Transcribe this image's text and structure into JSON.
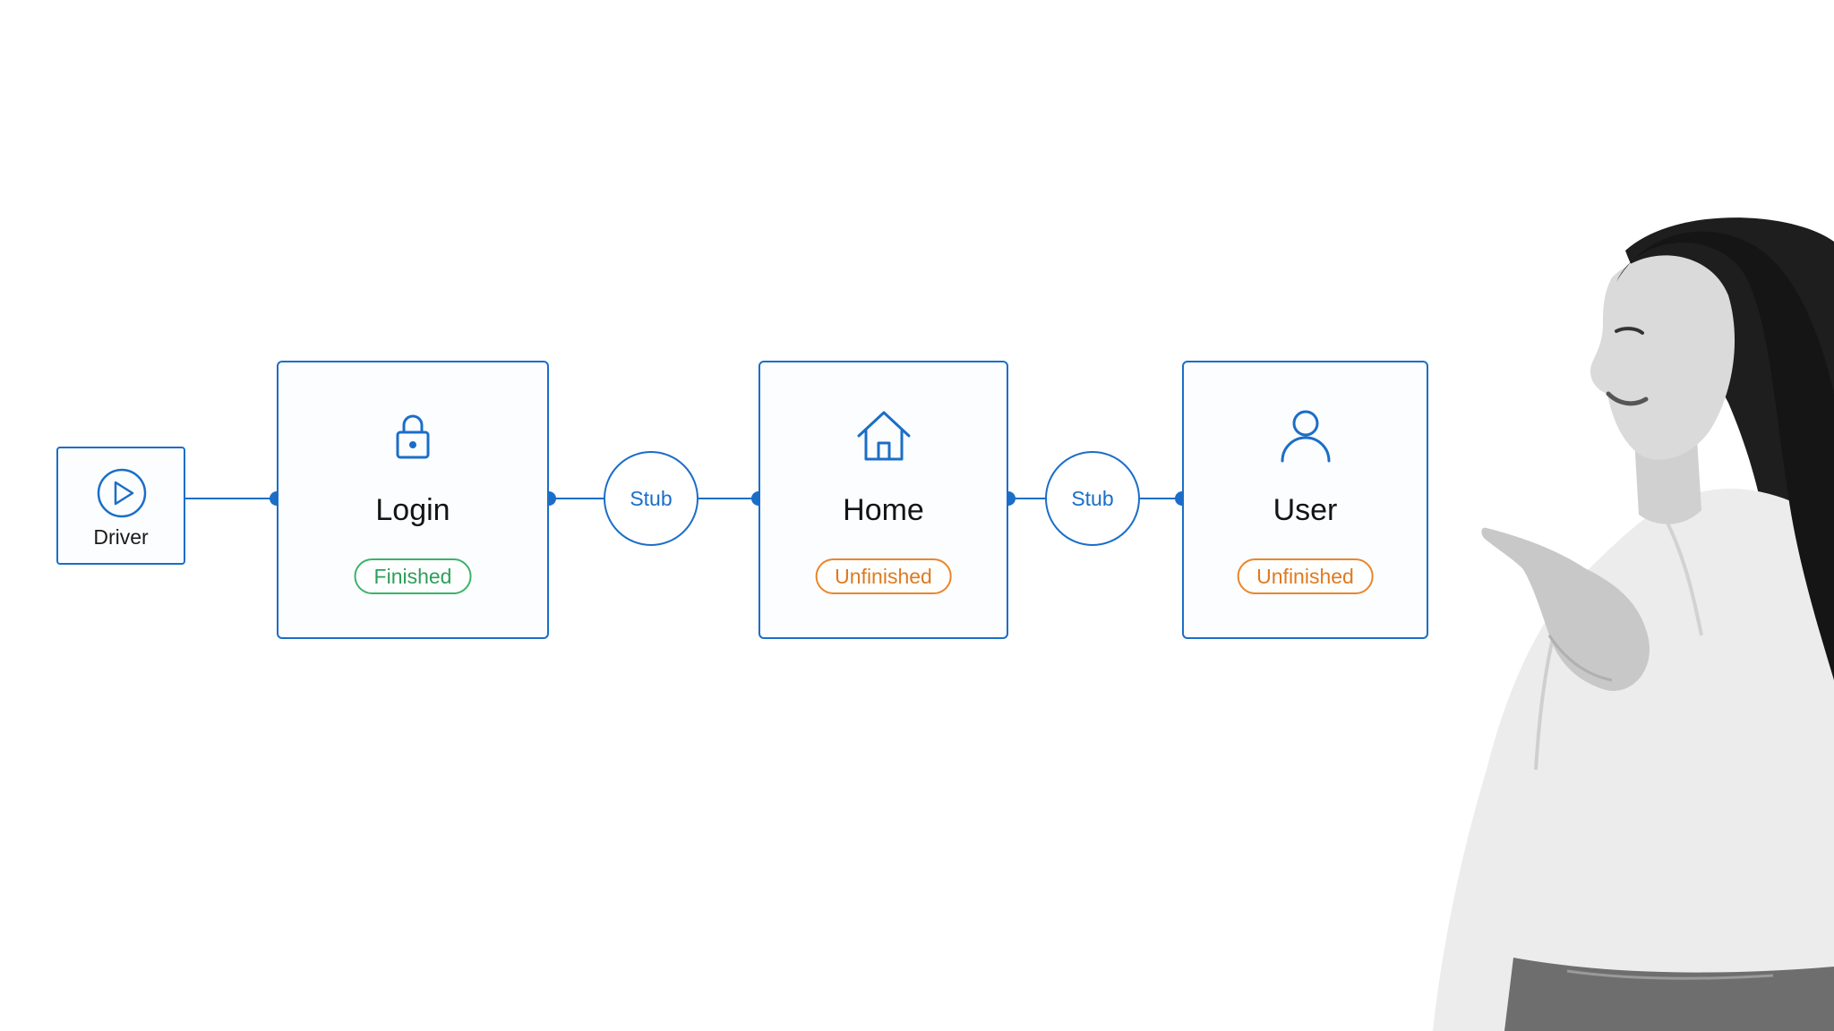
{
  "driver": {
    "label": "Driver",
    "icon": "play-circle-icon"
  },
  "modules": [
    {
      "title": "Login",
      "status": "Finished",
      "icon": "lock-icon"
    },
    {
      "title": "Home",
      "status": "Unfinished",
      "icon": "home-icon"
    },
    {
      "title": "User",
      "status": "Unfinished",
      "icon": "user-icon"
    }
  ],
  "stubs": [
    {
      "label": "Stub"
    },
    {
      "label": "Stub"
    }
  ],
  "colors": {
    "accent": "#1a6ec8",
    "finished": "#2d9e5a",
    "unfinished": "#de7a1f"
  }
}
